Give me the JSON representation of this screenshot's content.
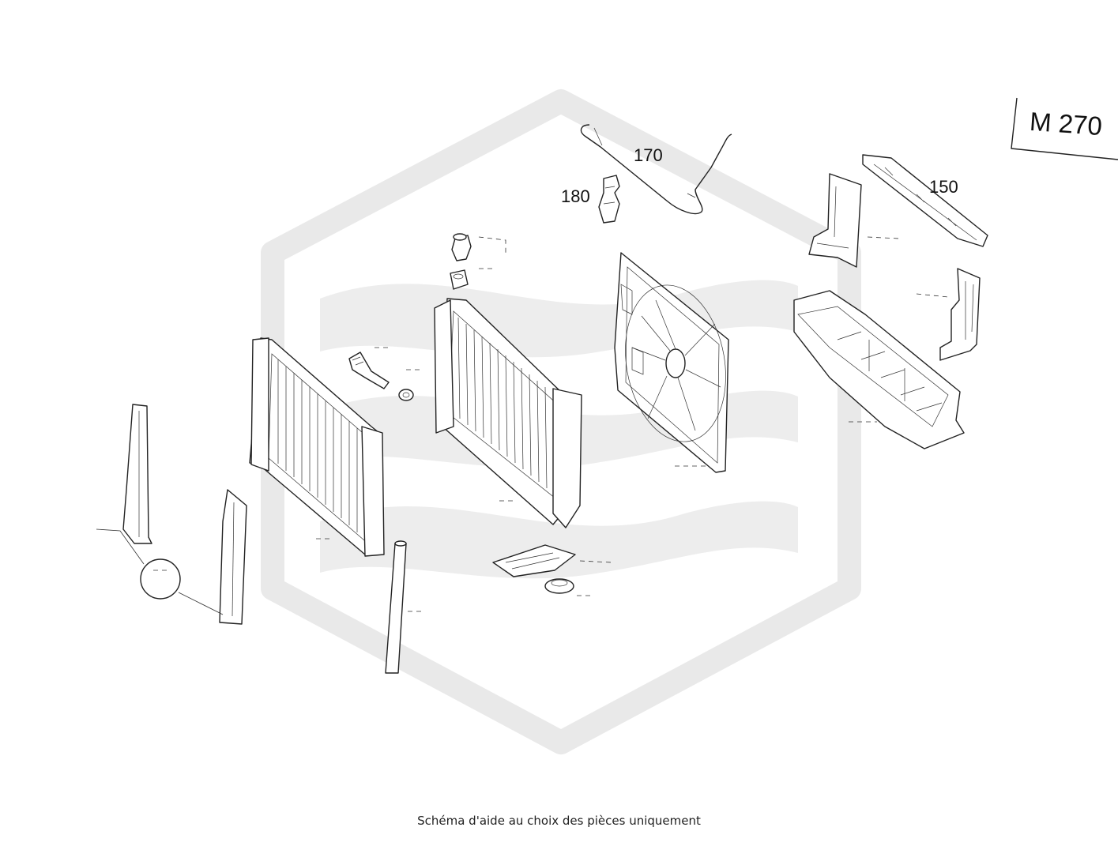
{
  "diagram": {
    "engine_label": "M 270",
    "callouts": [
      "170",
      "180",
      "150"
    ],
    "caption": "Schéma d'aide au choix des pièces uniquement"
  }
}
